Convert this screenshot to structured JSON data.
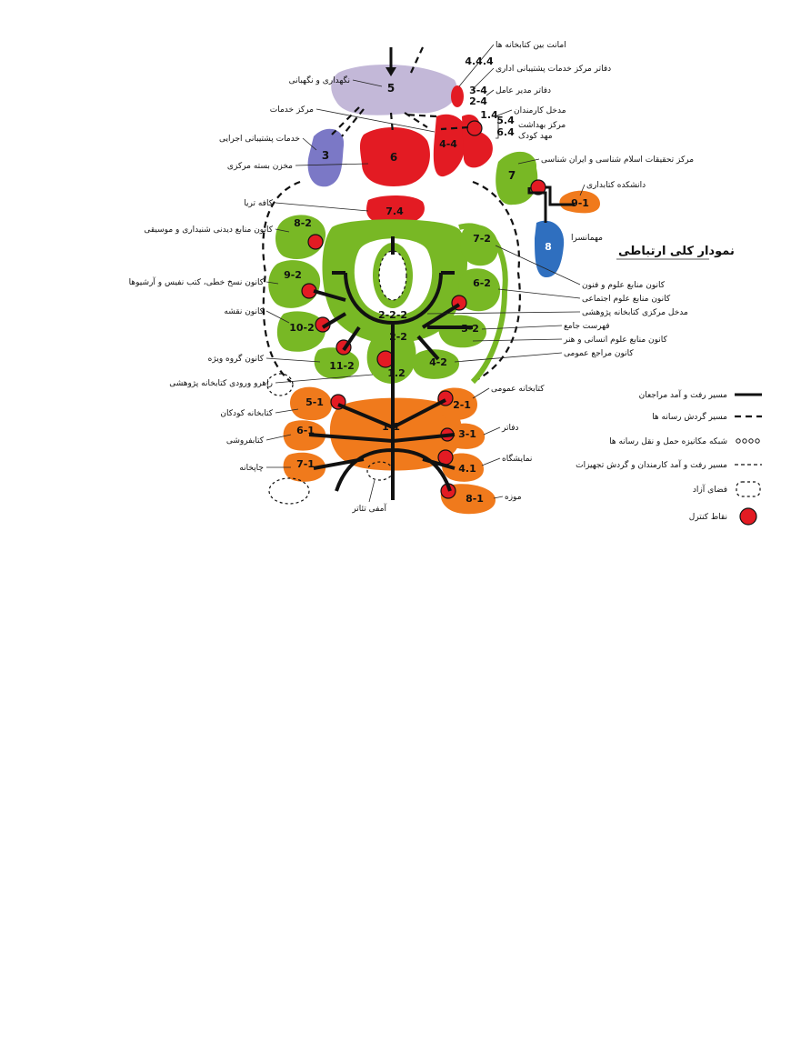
{
  "colors": {
    "green": "#78b825",
    "green_light": "#8cc63a",
    "orange": "#f07a1c",
    "red": "#e31b23",
    "lavender": "#c3b8d8",
    "purple": "#7b78c6",
    "blue": "#2f6fbf"
  },
  "top": {
    "title": "نمودار کلی ارتباطی",
    "nodes": {
      "n5": "5",
      "n3": "3",
      "n6": "6",
      "n7_4": "7.4",
      "n7": "7",
      "n9_1": "9-1",
      "n8": "8",
      "n8_2": "8-2",
      "n9_2": "9-2",
      "n10_2": "10-2",
      "n11_2": "11-2",
      "n1_2": "1.2",
      "n2_2": "2-2",
      "n2_2_2": "2-2-2",
      "n7_2": "7-2",
      "n6_2": "6-2",
      "n5_2": "5-2",
      "n4_2": "4-2",
      "n5_1": "5-1",
      "n6_1": "6-1",
      "n7_1": "7-1",
      "n1_1": "1-1",
      "n2_1": "2-1",
      "n3_1": "3-1",
      "n4_1": "4.1",
      "n8_1": "8-1",
      "n4_4": "4-4",
      "n4_4_4": "4.4.4",
      "n3_4": "3-4",
      "n2_4": "2-4",
      "n1_4": "1.4",
      "n5_4": "5.4",
      "n6_4": "6.4"
    },
    "labels_left": {
      "l5": "نگهداری و نگهبانی",
      "l_services": "مرکز خدمات",
      "l3": "خدمات پشتیبانی اجرایی",
      "l6": "مخزن بسته مرکزی",
      "l74": "کافه تریا",
      "l82": "کانون منابع دیدنی شنیداری و موسیقی",
      "l92": "کانون نسخ خطی، کتب نفیس و آرشیوها",
      "l102": "کانون نقشه",
      "l112": "کانون گروه ویژه",
      "l_res": "راهرو ورودی کتابخانه پژوهشی",
      "l51": "کتابخانه کودکان",
      "l61": "کتابفروشی",
      "l71": "چاپخانه",
      "l_amph": "آمفی تئاتر"
    },
    "labels_right": {
      "l444": "امانت بین کتابخانه ها",
      "l34": "دفاتر مرکز خدمات پشتیبانی اداری",
      "l24": "دفاتر مدیر عامل",
      "l14": "مدخل کارمندان",
      "l54": "مرکز بهداشت",
      "l64": "مهد کودک",
      "l7": "مرکز تحقیقات اسلام شناسی و ایران شناسی",
      "l91": "دانشکده کتابداری",
      "l8": "مهمانسرا",
      "l72": "کانون منابع علوم و فنون",
      "l62": "کانون منابع علوم اجتماعی",
      "l_central": "مدخل مرکزی کتابخانه پژوهشی",
      "l52": "فهرست جامع",
      "l_hum": "کانون منابع علوم انسانی و هنر",
      "l42": "کانون مراجع عمومی",
      "l21": "کتابخانه عمومی",
      "l31": "دفاتر",
      "l41": "نمایشگاه",
      "l81": "موزه"
    },
    "legend": {
      "l1": "مسیر رفت و آمد مراجعان",
      "l2": "مسیر گردش رسانه ها",
      "l3": "شبکه مکانیزه حمل و نقل رسانه ها",
      "l4": "مسیر رفت و آمد کارمندان و گردش تجهیزات",
      "l5": "فضای آزاد",
      "l6": "نقاط کنترل"
    }
  }
}
